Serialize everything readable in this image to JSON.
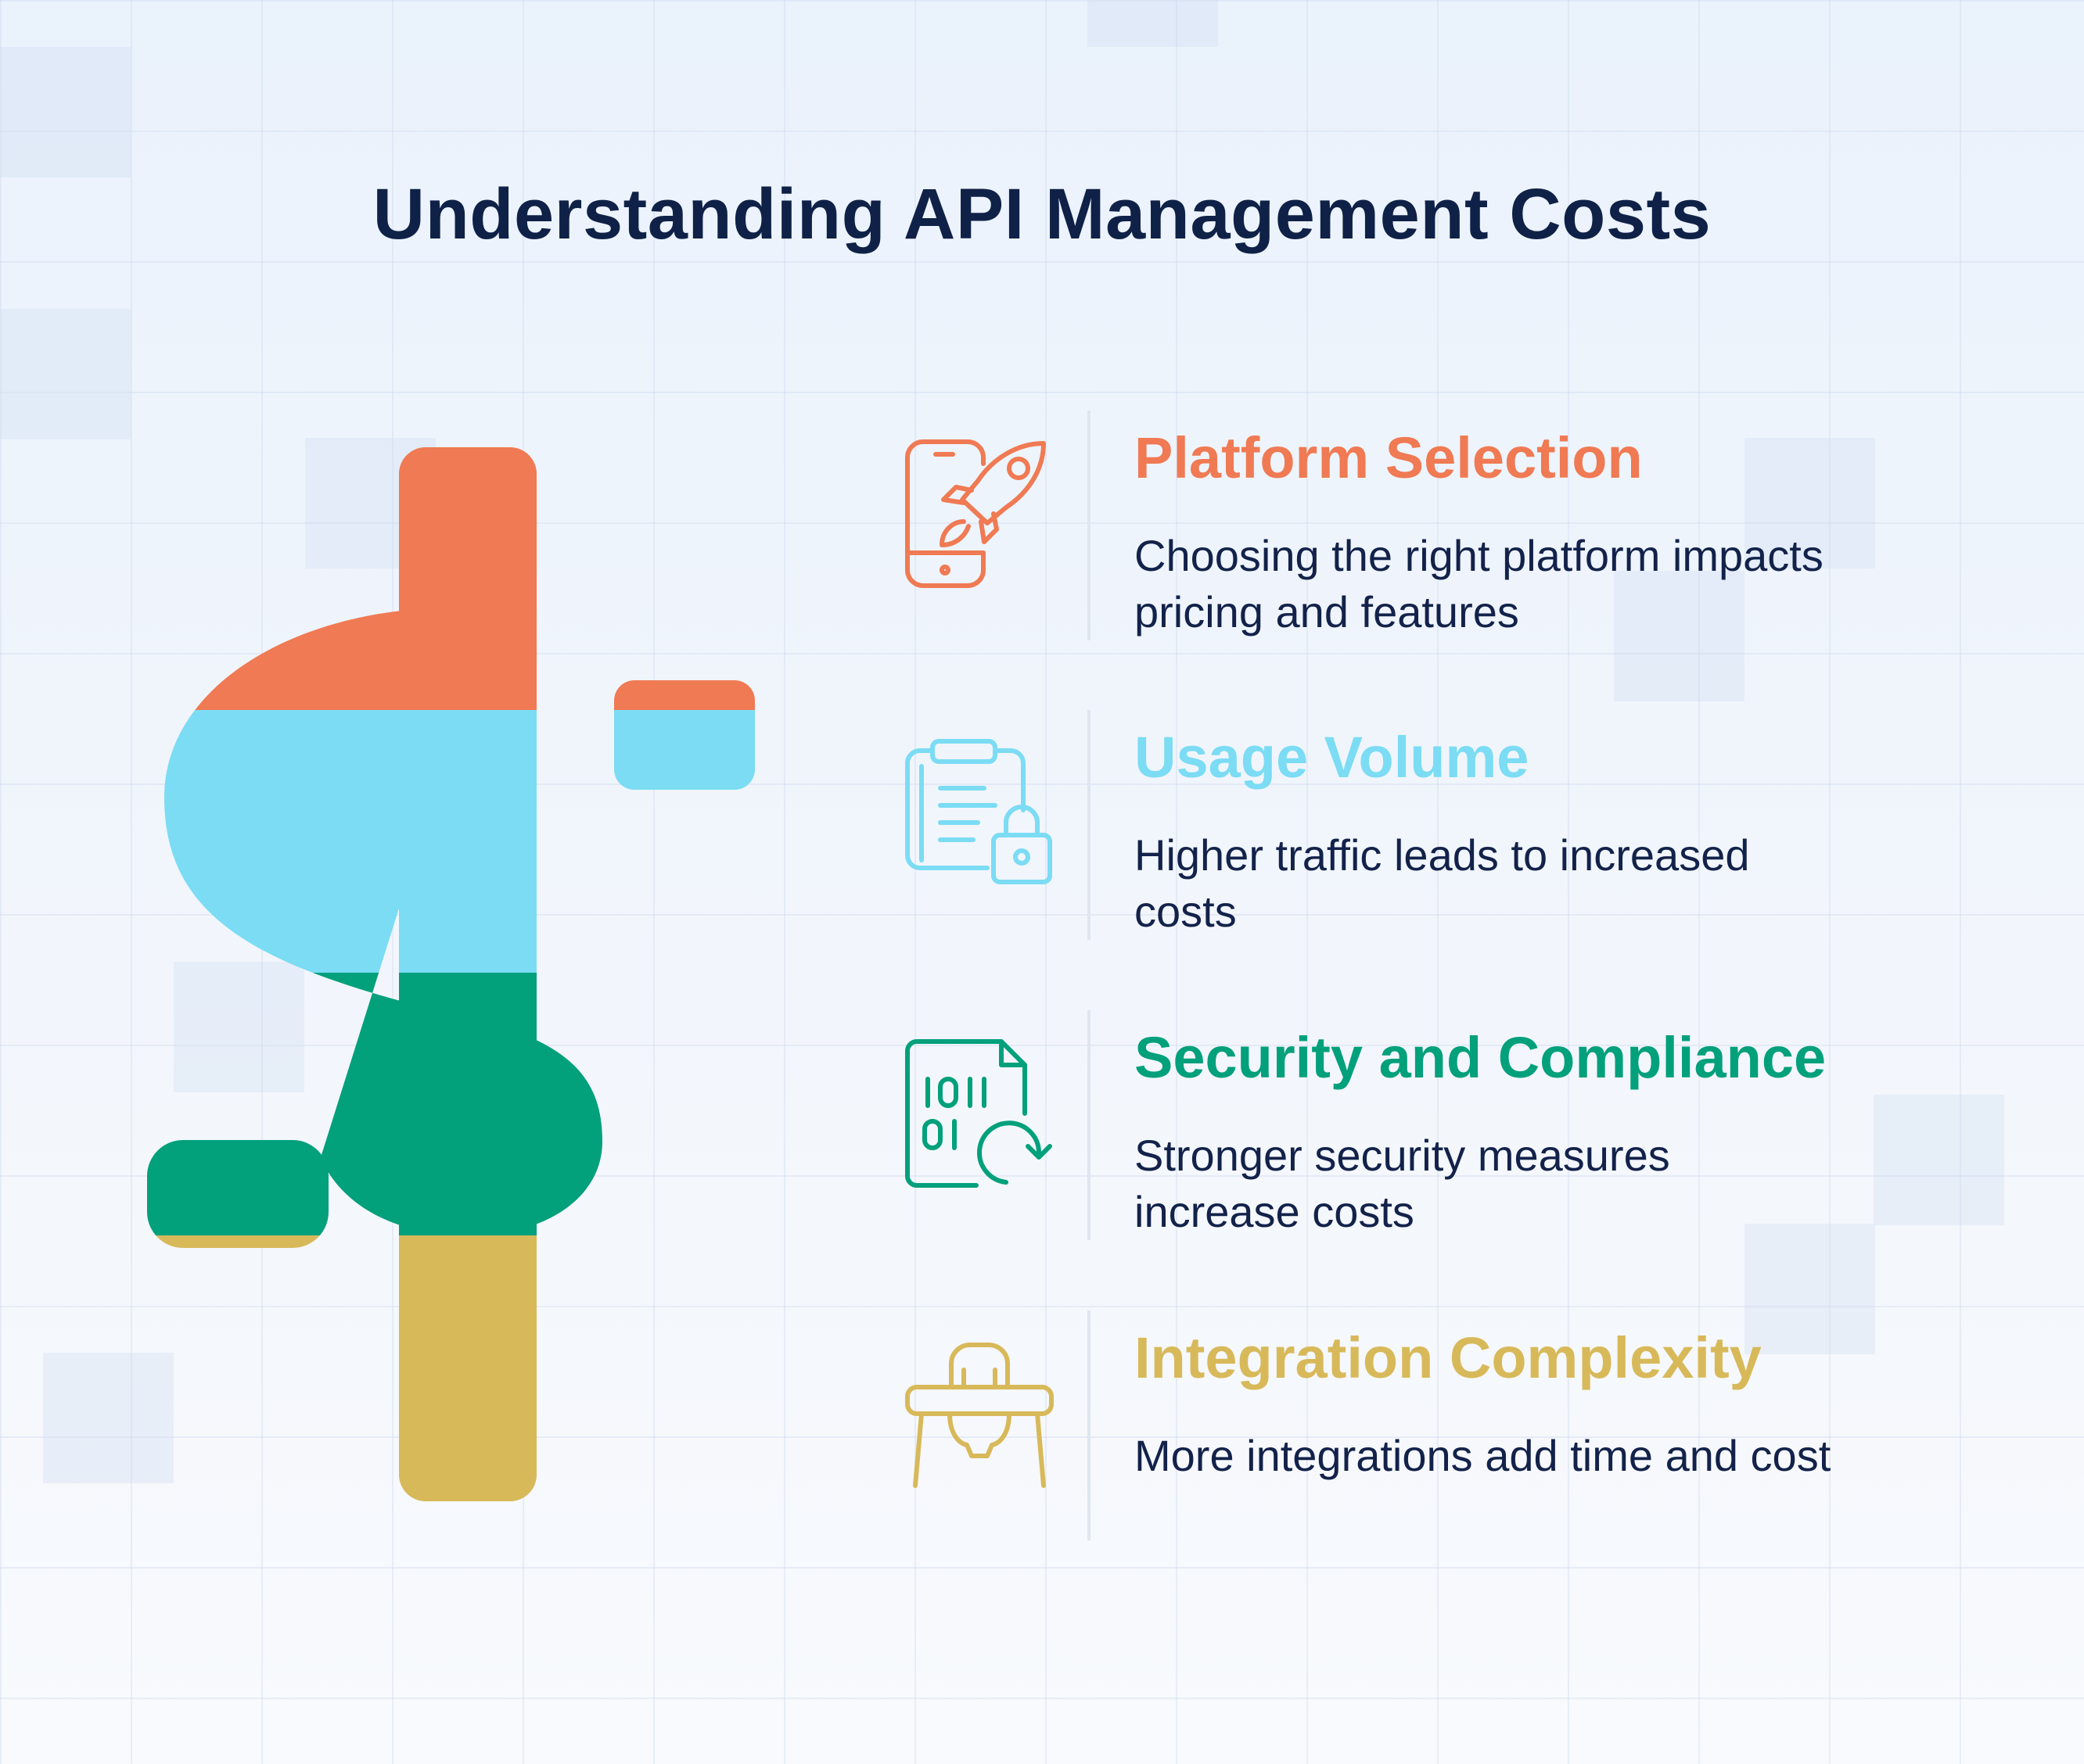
{
  "title": "Understanding API Management Costs",
  "colors": {
    "title": "#0f2147",
    "text": "#13224a",
    "orange": "#f07a53",
    "blue": "#7bdcf4",
    "green": "#03a07c",
    "gold": "#d8b95a"
  },
  "items": [
    {
      "heading": "Platform Selection",
      "description": "Choosing the right platform impacts pricing and features",
      "icon": "smartphone-rocket-icon",
      "color": "#f07a53"
    },
    {
      "heading": "Usage Volume",
      "description": "Higher traffic leads to increased costs",
      "icon": "clipboard-lock-icon",
      "color": "#7bdcf4"
    },
    {
      "heading": "Security and Compliance",
      "description": "Stronger security measures increase costs",
      "icon": "binary-file-refresh-icon",
      "color": "#03a07c"
    },
    {
      "heading": "Integration Complexity",
      "description": "More integrations add time and cost",
      "icon": "high-chair-icon",
      "color": "#d8b95a"
    }
  ]
}
